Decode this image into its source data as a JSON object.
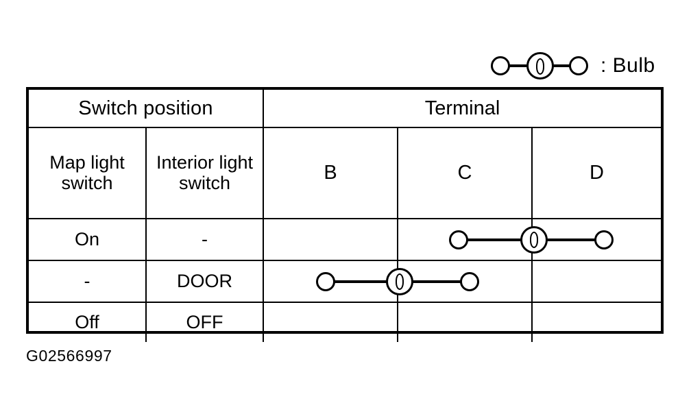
{
  "legend": {
    "symbol_name": "bulb-symbol",
    "label": ": Bulb"
  },
  "table": {
    "header_group_switch": "Switch position",
    "header_group_terminal": "Terminal",
    "subheaders": {
      "map_light_switch": "Map light switch",
      "interior_light_switch": "Interior light switch"
    },
    "terminals": [
      "B",
      "C",
      "D"
    ],
    "rows": [
      {
        "map_light_switch": "On",
        "interior_light_switch": "-",
        "continuity": {
          "B": "",
          "C": "terminal-dot",
          "D": "terminal-dot",
          "bulb_between": "C-D"
        }
      },
      {
        "map_light_switch": "-",
        "interior_light_switch": "DOOR",
        "continuity": {
          "B": "terminal-dot",
          "C": "terminal-dot",
          "D": "",
          "bulb_between": "B-C"
        }
      },
      {
        "map_light_switch": "Off",
        "interior_light_switch": "OFF",
        "continuity": {
          "B": "",
          "C": "",
          "D": "",
          "bulb_between": ""
        }
      }
    ]
  },
  "caption": "G02566997",
  "colors": {
    "ink": "#000000",
    "paper": "#ffffff"
  }
}
